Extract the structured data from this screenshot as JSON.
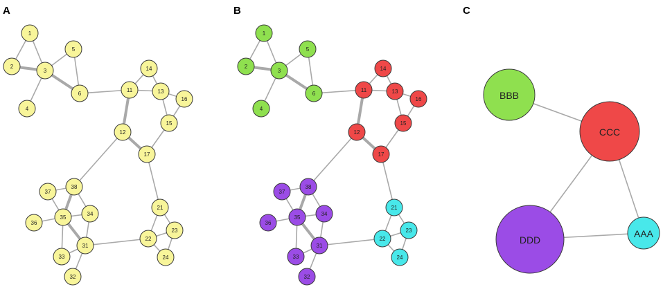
{
  "panels": [
    {
      "label": "A"
    },
    {
      "label": "B"
    },
    {
      "label": "C"
    }
  ],
  "colors": {
    "default_node": "#f8f59a",
    "green": "#8fe04f",
    "red": "#ef4848",
    "purple": "#9b4ce6",
    "cyan": "#48e8ea",
    "edge": "#a9a9a9"
  },
  "network": {
    "nodes": [
      {
        "id": "1",
        "group": "green"
      },
      {
        "id": "2",
        "group": "green"
      },
      {
        "id": "3",
        "group": "green"
      },
      {
        "id": "4",
        "group": "green"
      },
      {
        "id": "5",
        "group": "green"
      },
      {
        "id": "6",
        "group": "green"
      },
      {
        "id": "11",
        "group": "red"
      },
      {
        "id": "12",
        "group": "red"
      },
      {
        "id": "13",
        "group": "red"
      },
      {
        "id": "14",
        "group": "red"
      },
      {
        "id": "15",
        "group": "red"
      },
      {
        "id": "16",
        "group": "red"
      },
      {
        "id": "17",
        "group": "red"
      },
      {
        "id": "21",
        "group": "cyan"
      },
      {
        "id": "22",
        "group": "cyan"
      },
      {
        "id": "23",
        "group": "cyan"
      },
      {
        "id": "24",
        "group": "cyan"
      },
      {
        "id": "31",
        "group": "purple"
      },
      {
        "id": "32",
        "group": "purple"
      },
      {
        "id": "33",
        "group": "purple"
      },
      {
        "id": "34",
        "group": "purple"
      },
      {
        "id": "35",
        "group": "purple"
      },
      {
        "id": "36",
        "group": "purple"
      },
      {
        "id": "37",
        "group": "purple"
      },
      {
        "id": "38",
        "group": "purple"
      }
    ],
    "edges": [
      [
        "1",
        "2"
      ],
      [
        "1",
        "3"
      ],
      [
        "2",
        "3"
      ],
      [
        "3",
        "4"
      ],
      [
        "3",
        "5"
      ],
      [
        "3",
        "6"
      ],
      [
        "5",
        "6"
      ],
      [
        "6",
        "11"
      ],
      [
        "11",
        "14"
      ],
      [
        "11",
        "13"
      ],
      [
        "13",
        "14"
      ],
      [
        "13",
        "16"
      ],
      [
        "13",
        "15"
      ],
      [
        "15",
        "16"
      ],
      [
        "15",
        "17"
      ],
      [
        "11",
        "12"
      ],
      [
        "12",
        "17"
      ],
      [
        "12",
        "38"
      ],
      [
        "17",
        "21"
      ],
      [
        "21",
        "22"
      ],
      [
        "21",
        "23"
      ],
      [
        "22",
        "23"
      ],
      [
        "22",
        "24"
      ],
      [
        "23",
        "24"
      ],
      [
        "22",
        "31"
      ],
      [
        "37",
        "38"
      ],
      [
        "37",
        "35"
      ],
      [
        "38",
        "35"
      ],
      [
        "38",
        "34"
      ],
      [
        "35",
        "34"
      ],
      [
        "35",
        "36"
      ],
      [
        "35",
        "31"
      ],
      [
        "35",
        "33"
      ],
      [
        "31",
        "33"
      ],
      [
        "31",
        "34"
      ],
      [
        "31",
        "32"
      ]
    ],
    "heavy_edges": [
      [
        "2",
        "3"
      ],
      [
        "3",
        "6"
      ],
      [
        "11",
        "12"
      ],
      [
        "12",
        "17"
      ],
      [
        "35",
        "38"
      ],
      [
        "35",
        "31"
      ]
    ]
  },
  "communities": {
    "nodes": [
      {
        "id": "BBB",
        "label": "BBB",
        "color": "green"
      },
      {
        "id": "CCC",
        "label": "CCC",
        "color": "red"
      },
      {
        "id": "DDD",
        "label": "DDD",
        "color": "purple"
      },
      {
        "id": "AAA",
        "label": "AAA",
        "color": "cyan"
      }
    ],
    "edges": [
      [
        "BBB",
        "CCC"
      ],
      [
        "CCC",
        "DDD"
      ],
      [
        "CCC",
        "AAA"
      ],
      [
        "DDD",
        "AAA"
      ]
    ]
  }
}
